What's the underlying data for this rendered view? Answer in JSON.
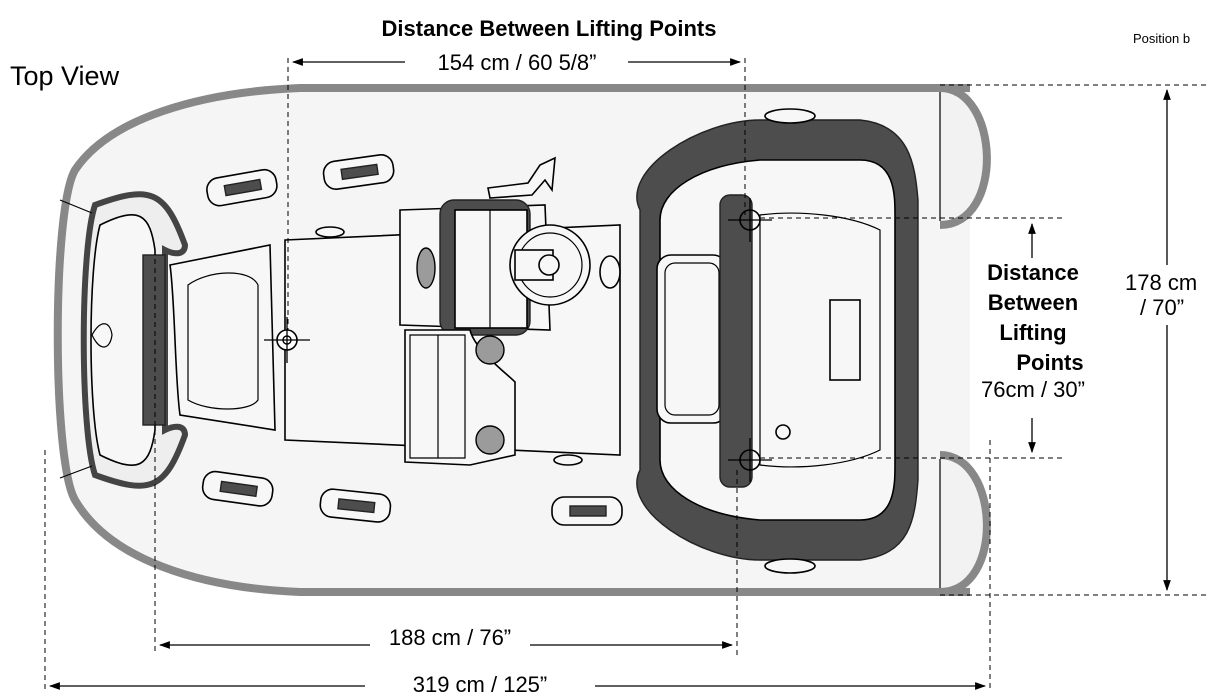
{
  "header": {
    "title": "Distance Between Lifting Points",
    "corner_note": "Position b"
  },
  "view_label": "Top View",
  "dimensions": {
    "top_lift": "154 cm / 60 5/8”",
    "side_lift": {
      "line1": "Distance",
      "line2": "Between",
      "line3": "Lifting",
      "line4": "Points",
      "value": "76cm / 30”"
    },
    "beam": {
      "line1": "178 cm",
      "line2": "/ 70”"
    },
    "inner_length": "188 cm / 76”",
    "overall_length": "319 cm / 125”"
  },
  "colors": {
    "tube": "#888888",
    "dark_part": "#4d4d4d",
    "line": "#000000"
  }
}
